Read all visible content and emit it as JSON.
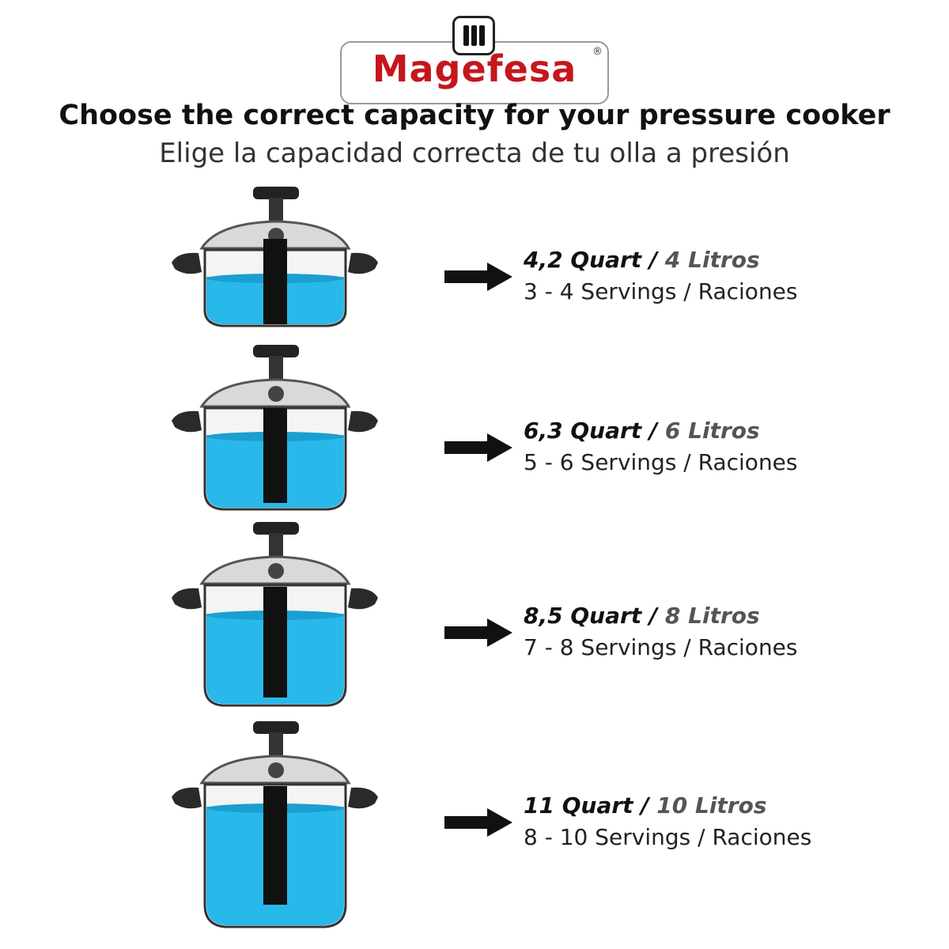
{
  "brand": {
    "name": "Magefesa",
    "registered": "®",
    "accent_color": "#c5161d"
  },
  "header": {
    "title": "Choose the correct capacity for your pressure cooker",
    "subtitle": "Elige la capacidad correcta de tu olla a presión"
  },
  "sizes": [
    {
      "quart": "4,2 Quart /",
      "litros": "4 Litros",
      "servings": "3 - 4 Servings / Raciones",
      "fill_color": "#29b8ea"
    },
    {
      "quart": "6,3 Quart /",
      "litros": "6 Litros",
      "servings": "5 - 6 Servings / Raciones",
      "fill_color": "#29b8ea"
    },
    {
      "quart": "8,5 Quart /",
      "litros": "8 Litros",
      "servings": "7 - 8 Servings / Raciones",
      "fill_color": "#29b8ea"
    },
    {
      "quart": "11 Quart /",
      "litros": "10 Litros",
      "servings": "8 - 10 Servings / Raciones",
      "fill_color": "#29b8ea"
    }
  ]
}
